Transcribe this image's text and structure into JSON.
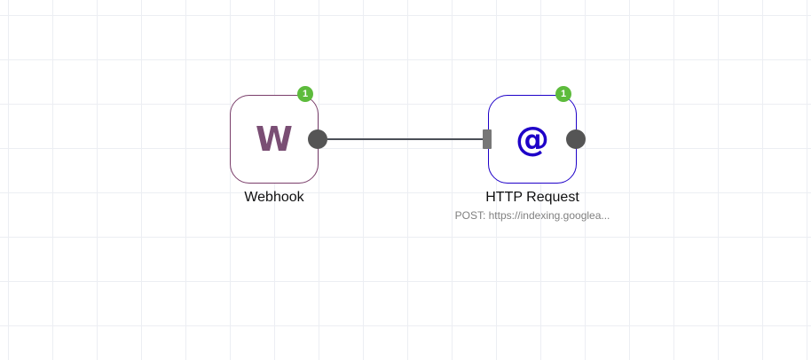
{
  "nodes": [
    {
      "id": "webhook",
      "label": "Webhook",
      "icon_text": "W",
      "icon_name": "webhook-icon",
      "badge": "1",
      "border_color": "#7a3e6a",
      "icon_color": "#7a4e74"
    },
    {
      "id": "http",
      "label": "HTTP Request",
      "subtitle": "POST: https://indexing.googlea...",
      "icon_text": "@",
      "icon_name": "at-sign-icon",
      "badge": "1",
      "border_color": "#1e00c8",
      "icon_color": "#1e00c8"
    }
  ],
  "colors": {
    "badge": "#5dbb3c",
    "connection": "#4b4f57",
    "handle": "#555555"
  }
}
